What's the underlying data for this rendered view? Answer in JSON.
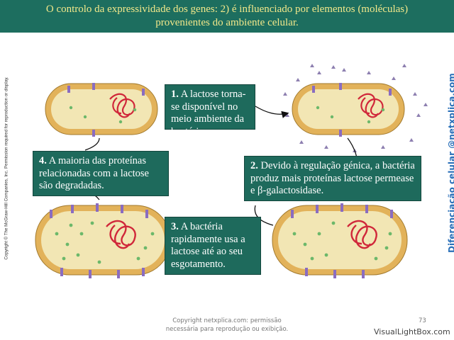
{
  "header": {
    "title_line1": "O controlo da expressividade dos genes: 2) é influenciado por elementos (moléculas)",
    "title_line2": "provenientes do ambiente celular."
  },
  "steps": [
    {
      "number": "1.",
      "text": "A lactose torna-se disponível no meio ambiente da bactéria."
    },
    {
      "number": "2.",
      "text": "Devido à regulação génica, a bactéria produz mais proteínas lactose permease e β-galactosidase."
    },
    {
      "number": "3.",
      "text": "A bactéria rapidamente usa a lactose até ao seu esgotamento."
    },
    {
      "number": "4.",
      "text": "A maioria das proteínas relacionadas com a lactose são degradadas."
    }
  ],
  "side_copyright": "Copyright © The McGraw-Hill Companies, Inc. Permission required for reproduction or display.",
  "side_brand": "Diferenciação celular @netxplica.com",
  "footer": {
    "copyright_line1": "Copyright netxplica.com: permissão",
    "copyright_line2": "necessária para reprodução ou exibição.",
    "page_number": "73"
  },
  "watermark": "VisualLightBox.com",
  "colors": {
    "header_bg": "#1d6e5f",
    "header_text": "#f2e88a",
    "box_bg": "#1e6a5c",
    "membrane": "#d9a24a",
    "cytoplasm": "#efe0a8",
    "dna": "#d0273a",
    "permease": "#8a6cc0",
    "enzyme": "#6cb86a",
    "lactose": "#8d7fb0"
  }
}
